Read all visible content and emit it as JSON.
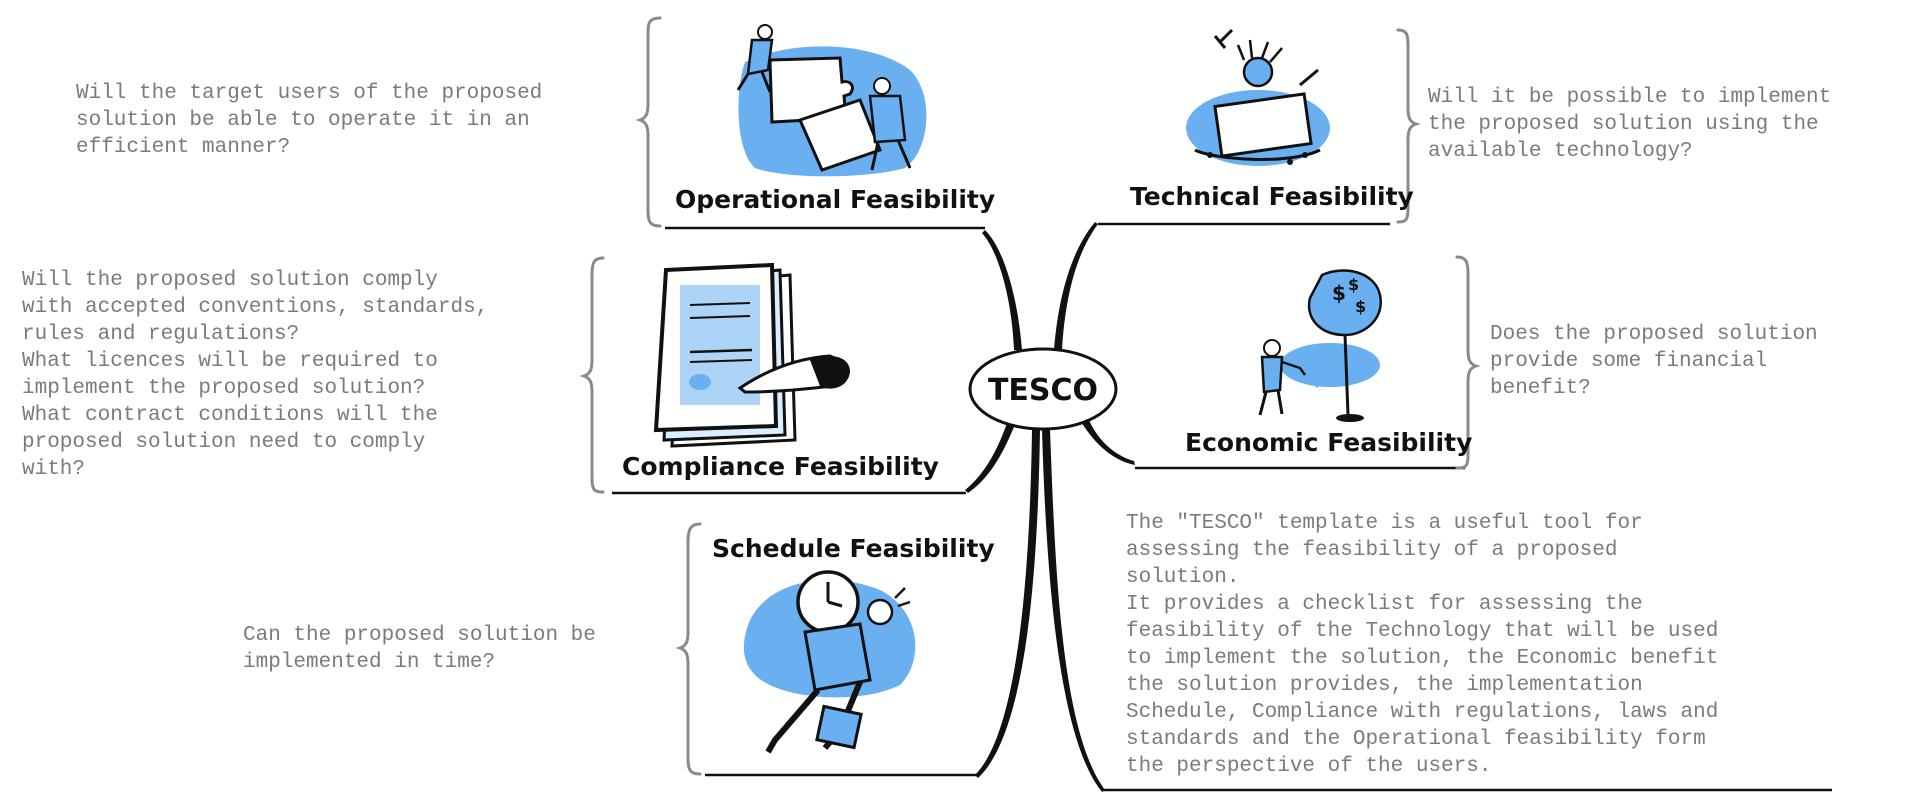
{
  "center": {
    "label": "TESCO"
  },
  "branches": {
    "operational": {
      "title": "Operational Feasibility",
      "question": "Will the target users of the proposed\nsolution be able to operate it in an\nefficient manner?"
    },
    "technical": {
      "title": "Technical Feasibility",
      "question": "Will it be possible to implement\nthe proposed solution using the\navailable technology?"
    },
    "compliance": {
      "title": "Compliance Feasibility",
      "question": "Will the proposed solution comply\nwith accepted conventions, standards,\nrules and regulations?\nWhat licences will be required to\nimplement the proposed solution?\nWhat contract conditions will the\nproposed solution need to comply\nwith?"
    },
    "economic": {
      "title": "Economic Feasibility",
      "question": "Does the proposed solution\nprovide some financial\nbenefit?"
    },
    "schedule": {
      "title": "Schedule Feasibility",
      "question": "Can the proposed solution be\nimplemented in time?"
    }
  },
  "description": "The \"TESCO\" template is a useful tool for\nassessing the feasibility of a proposed\nsolution.\nIt provides a checklist for assessing the\nfeasibility of the Technology that will be used\nto implement the solution, the Economic benefit\nthe solution provides, the implementation\nSchedule, Compliance with regulations, laws and\nstandards and the Operational feasibility form\nthe perspective of the users.",
  "colors": {
    "accent": "#6aafef",
    "ink": "#111111",
    "text": "#7b7b7b",
    "brace": "#8a8a8a"
  },
  "icons": [
    "puzzle-people-icon",
    "stressed-technician-icon",
    "signing-document-icon",
    "money-tree-icon",
    "clock-carrier-icon"
  ]
}
